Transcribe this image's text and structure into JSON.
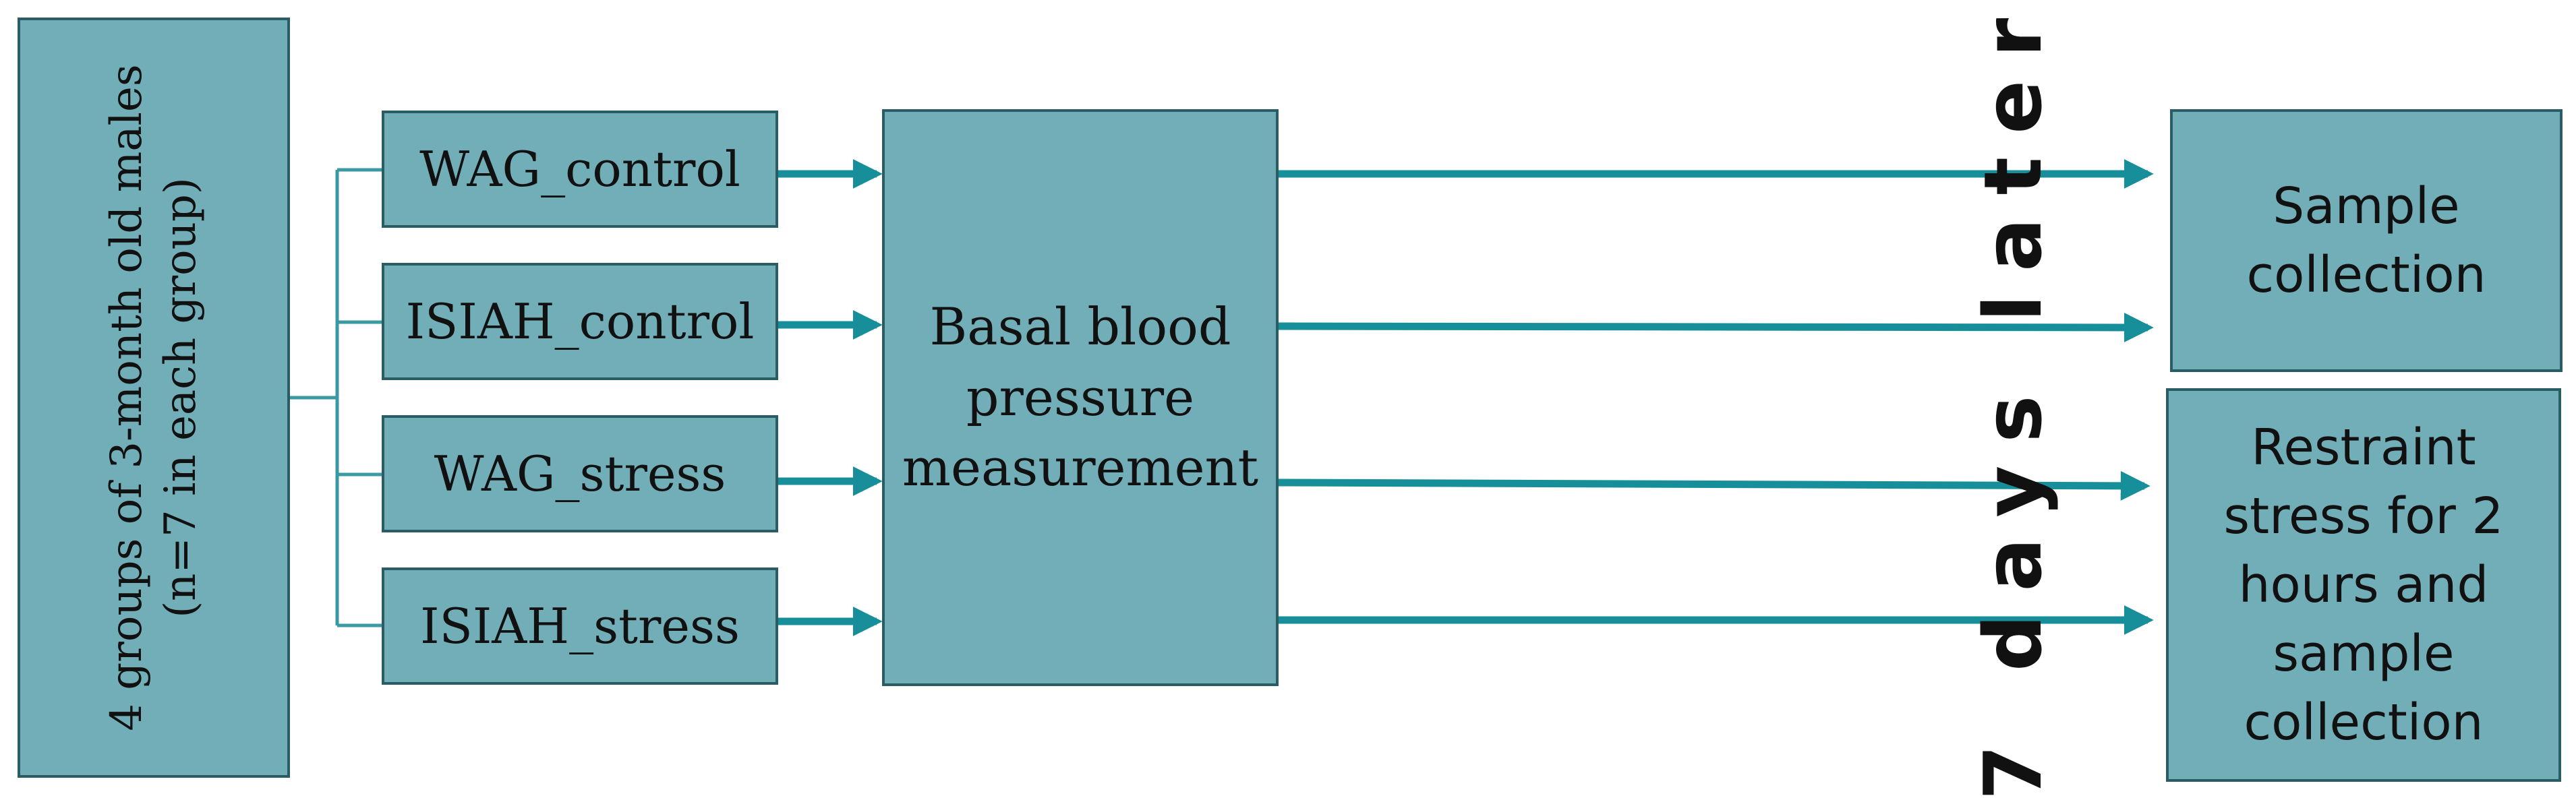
{
  "left_box": {
    "line1": "4 groups of 3-month old males",
    "line2": "(n=7 in each group)"
  },
  "groups": [
    {
      "label": "WAG_control"
    },
    {
      "label": "ISIAH_control"
    },
    {
      "label": "WAG_stress"
    },
    {
      "label": "ISIAH_stress"
    }
  ],
  "center_box": {
    "lines": [
      "Basal blood",
      "pressure",
      "measurement"
    ]
  },
  "interval_label": "7 days later",
  "sample_box": {
    "lines": [
      "Sample",
      "collection"
    ]
  },
  "stress_box": {
    "lines": [
      "Restraint",
      "stress for 2",
      "hours and",
      "sample",
      "collection"
    ]
  },
  "colors": {
    "box_fill": "#72aeb7",
    "box_border": "#2a5d63",
    "arrow": "#168f9a",
    "bracket": "#3a9aa3"
  }
}
